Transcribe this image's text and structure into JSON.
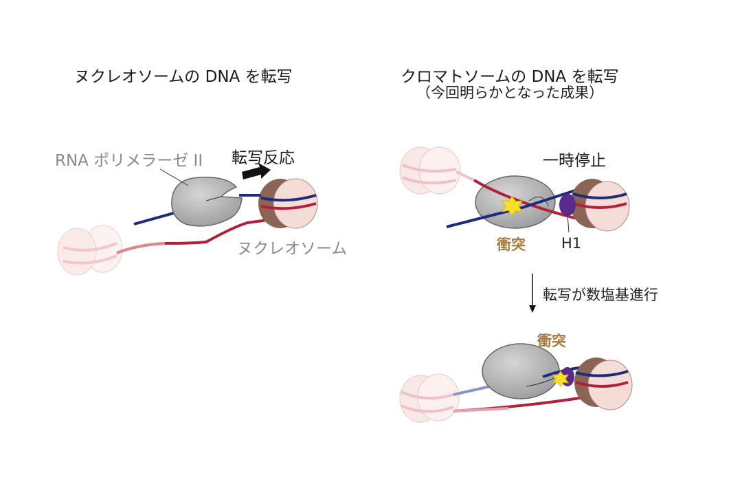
{
  "left_panel": {
    "title": "ヌクレオソームの DNA を転写",
    "polymerase_label": "RNA ポリメラーゼ II",
    "direction_label": "転写反応",
    "nucleosome_label": "ヌクレオソーム"
  },
  "right_panel": {
    "title": "クロマトソームの DNA を転写",
    "subtitle": "（今回明らかとなった成果）",
    "pause_label": "一時停止",
    "collision_label": "衝突",
    "h1_label": "H1",
    "step_label": "転写が数塩基進行",
    "collision_label_2": "衝突"
  },
  "colors": {
    "dna_blue": "#1f2a7a",
    "rna_red": "#b0203a",
    "rna_pink": "#e8a0ab",
    "polymerase_gray": "#b5b5b5",
    "histone_pink": "#f6dcd6",
    "histone_brown": "#8a6455",
    "h1_purple": "#5a2a8a",
    "collision_yellow": "#f5e02a",
    "label_brown": "#a87a40"
  }
}
